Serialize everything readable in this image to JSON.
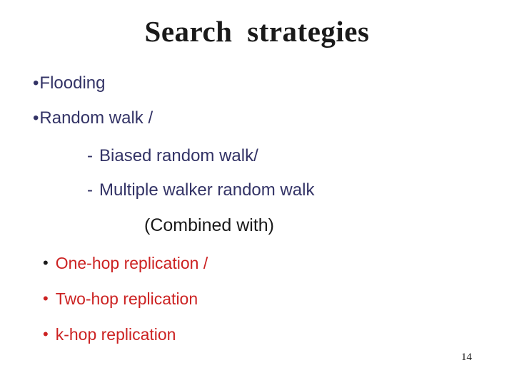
{
  "slide": {
    "title": "Search strategies",
    "page_number": "14",
    "colors": {
      "title": "#1a1a1a",
      "body_blue": "#333366",
      "body_red": "#cc2222",
      "first_red_bullet_marker": "#1a1a1a",
      "background": "#ffffff"
    }
  },
  "lines": [
    {
      "marker": "•",
      "text": "Flooding"
    },
    {
      "marker": "•",
      "text": "Random walk /"
    },
    {
      "marker": "-",
      "text": "Biased random walk/"
    },
    {
      "marker": "-",
      "text": "Multiple walker random walk"
    },
    {
      "marker": "",
      "text": "(Combined with)"
    },
    {
      "marker": "•",
      "text": "One-hop replication /"
    },
    {
      "marker": "•",
      "text": "Two-hop replication"
    },
    {
      "marker": "•",
      "text": "k-hop replication"
    }
  ]
}
